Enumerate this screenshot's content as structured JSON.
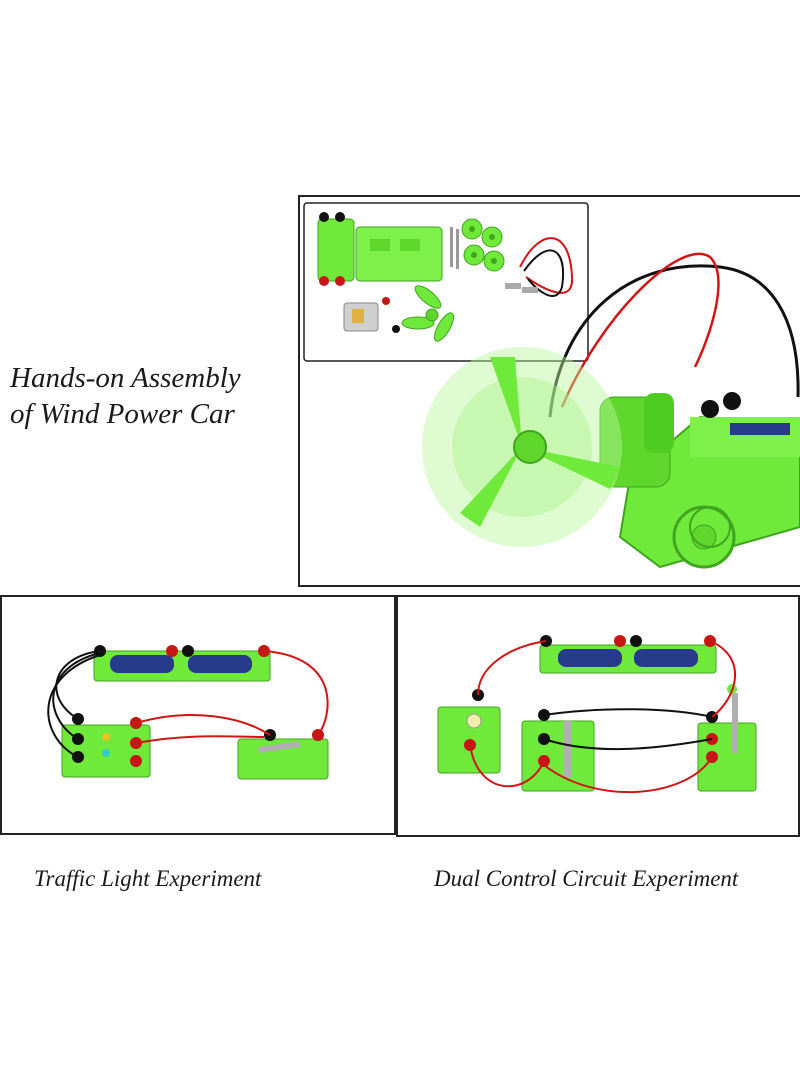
{
  "captions": {
    "main_line1": "Hands-on Assembly",
    "main_line2": "of Wind Power Car",
    "traffic": "Traffic Light Experiment",
    "dual": "Dual Control Circuit Experiment"
  },
  "colors": {
    "plastic_green": "#6fe93a",
    "wire_red": "#d01515",
    "wire_black": "#111111",
    "battery_blue": "#283a8c"
  }
}
